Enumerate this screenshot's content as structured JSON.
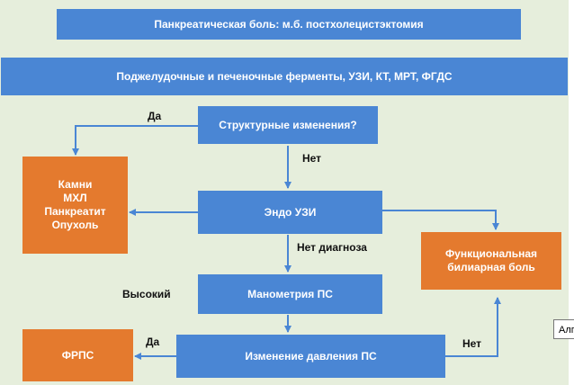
{
  "colors": {
    "background": "#e6eedc",
    "blue": "#4a86d4",
    "orange": "#e47a2e",
    "arrow": "#4a86d4"
  },
  "nodes": {
    "pancreatic_pain": "Панкреатическая боль: м.б. постхолецистэктомия",
    "enzymes": "Поджелудочные и печеночные ферменты, УЗИ, КТ, МРТ, ФГДС",
    "structural": "Структурные изменения?",
    "stones": [
      "Камни",
      "МХЛ",
      "Панкреатит",
      "Опухоль"
    ],
    "endo_us": "Эндо УЗИ",
    "functional": [
      "Функциональная",
      "билиарная боль"
    ],
    "manometry": "Манометрия ПС",
    "pressure_change": "Изменение давления ПС",
    "frps": "ФРПС"
  },
  "labels": {
    "yes_structural": "Да",
    "no_structural": "Нет",
    "no_diagnosis": "Нет диагноза",
    "high": "Высокий",
    "yes_pressure": "Да",
    "no_pressure": "Нет"
  },
  "tooltip": "Алг"
}
